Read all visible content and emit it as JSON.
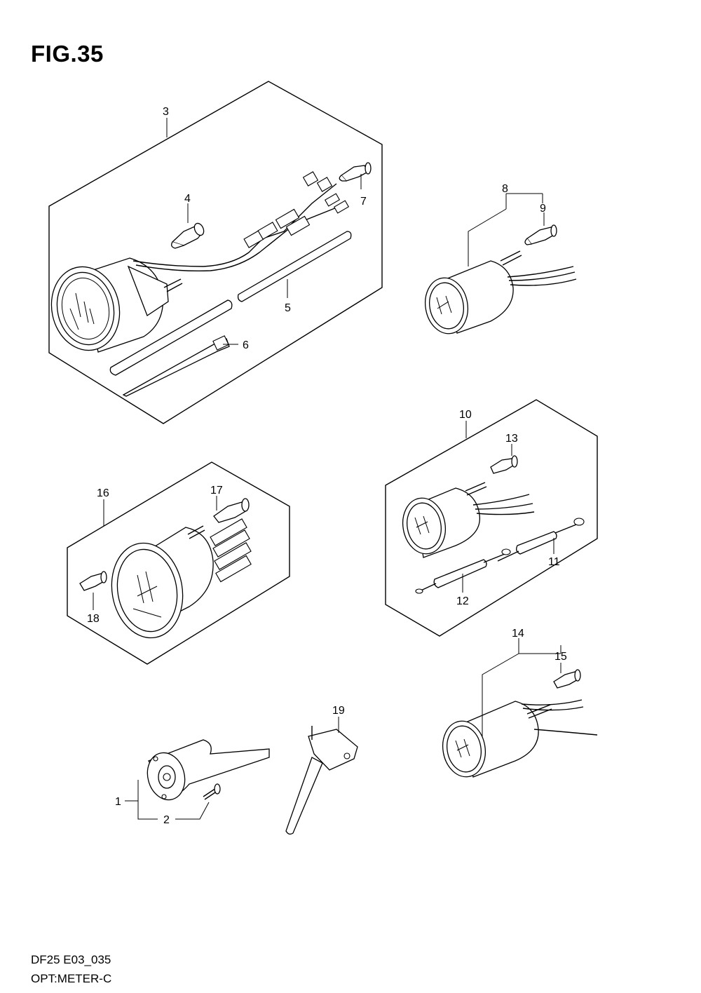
{
  "figure": {
    "title": "FIG.35",
    "footer_line1": "DF25  E03_035",
    "footer_line2": "OPT:METER-C"
  },
  "callouts": {
    "c1": "1",
    "c2": "2",
    "c3": "3",
    "c4": "4",
    "c5": "5",
    "c6": "6",
    "c7": "7",
    "c8": "8",
    "c9": "9",
    "c10": "10",
    "c11": "11",
    "c12": "12",
    "c13": "13",
    "c14": "14",
    "c15": "15",
    "c16": "16",
    "c17": "17",
    "c18": "18",
    "c19": "19"
  }
}
